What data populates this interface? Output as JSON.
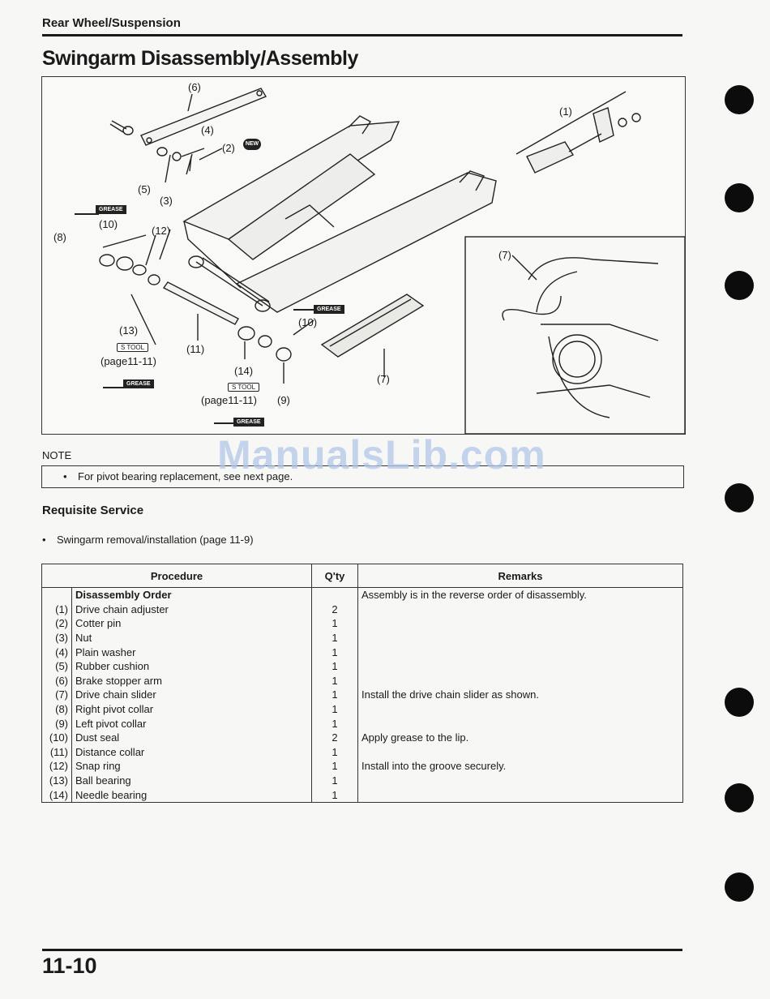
{
  "header": {
    "section": "Rear Wheel/Suspension",
    "title": "Swingarm Disassembly/Assembly"
  },
  "figure": {
    "callouts": [
      "(1)",
      "(2)",
      "(3)",
      "(4)",
      "(5)",
      "(6)",
      "(7)",
      "(7)",
      "(8)",
      "(9)",
      "(10)",
      "(10)",
      "(11)",
      "(12)",
      "(13)",
      "(14)"
    ],
    "tool_label": "S TOOL",
    "tool_refs": [
      "(page11-11)",
      "(page11-11)"
    ],
    "grease_label": "GREASE",
    "new_label": "NEW"
  },
  "watermark": "ManualsLib.com",
  "note": {
    "label": "NOTE",
    "text": "For pivot bearing replacement, see next page."
  },
  "requisite": {
    "title": "Requisite Service",
    "items": [
      "Swingarm removal/installation (page 11-9)"
    ]
  },
  "table": {
    "headers": {
      "procedure": "Procedure",
      "qty": "Q'ty",
      "remarks": "Remarks"
    },
    "subheading": "Disassembly Order",
    "general_remark": "Assembly is in the reverse order of disassembly.",
    "rows": [
      {
        "num": "(1)",
        "name": "Drive chain adjuster",
        "qty": "2",
        "remark": ""
      },
      {
        "num": "(2)",
        "name": "Cotter pin",
        "qty": "1",
        "remark": ""
      },
      {
        "num": "(3)",
        "name": "Nut",
        "qty": "1",
        "remark": ""
      },
      {
        "num": "(4)",
        "name": "Plain washer",
        "qty": "1",
        "remark": ""
      },
      {
        "num": "(5)",
        "name": "Rubber cushion",
        "qty": "1",
        "remark": ""
      },
      {
        "num": "(6)",
        "name": "Brake stopper arm",
        "qty": "1",
        "remark": ""
      },
      {
        "num": "(7)",
        "name": "Drive chain slider",
        "qty": "1",
        "remark": "Install the drive chain slider as shown."
      },
      {
        "num": "(8)",
        "name": "Right pivot collar",
        "qty": "1",
        "remark": ""
      },
      {
        "num": "(9)",
        "name": "Left pivot collar",
        "qty": "1",
        "remark": ""
      },
      {
        "num": "(10)",
        "name": "Dust seal",
        "qty": "2",
        "remark": "Apply grease to the lip."
      },
      {
        "num": "(11)",
        "name": "Distance collar",
        "qty": "1",
        "remark": ""
      },
      {
        "num": "(12)",
        "name": "Snap ring",
        "qty": "1",
        "remark": "Install into the groove securely."
      },
      {
        "num": "(13)",
        "name": "Ball bearing",
        "qty": "1",
        "remark": ""
      },
      {
        "num": "(14)",
        "name": "Needle bearing",
        "qty": "1",
        "remark": ""
      }
    ]
  },
  "footer": {
    "page": "11-10"
  }
}
